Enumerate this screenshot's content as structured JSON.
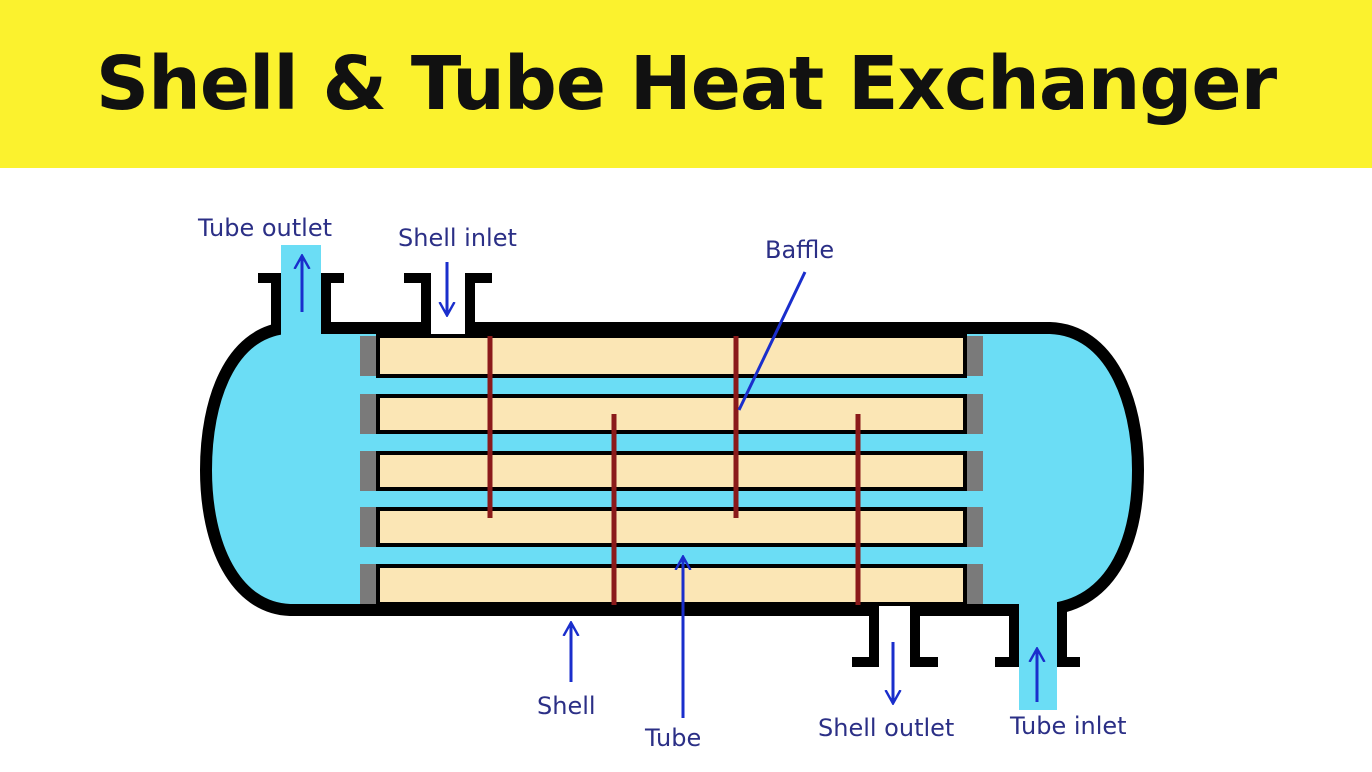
{
  "title": "Shell & Tube Heat Exchanger",
  "labels": {
    "tube_outlet": "Tube outlet",
    "shell_inlet": "Shell inlet",
    "baffle": "Baffle",
    "shell": "Shell",
    "tube": "Tube",
    "shell_outlet": "Shell outlet",
    "tube_inlet": "Tube inlet"
  },
  "colors": {
    "banner": "#FBF22E",
    "fluid": "#6BDDF5",
    "tube": "#FBE6B5",
    "baffle": "#8B1A1A",
    "tubesheet": "#7A7A7A",
    "arrow": "#1A2ECC"
  }
}
